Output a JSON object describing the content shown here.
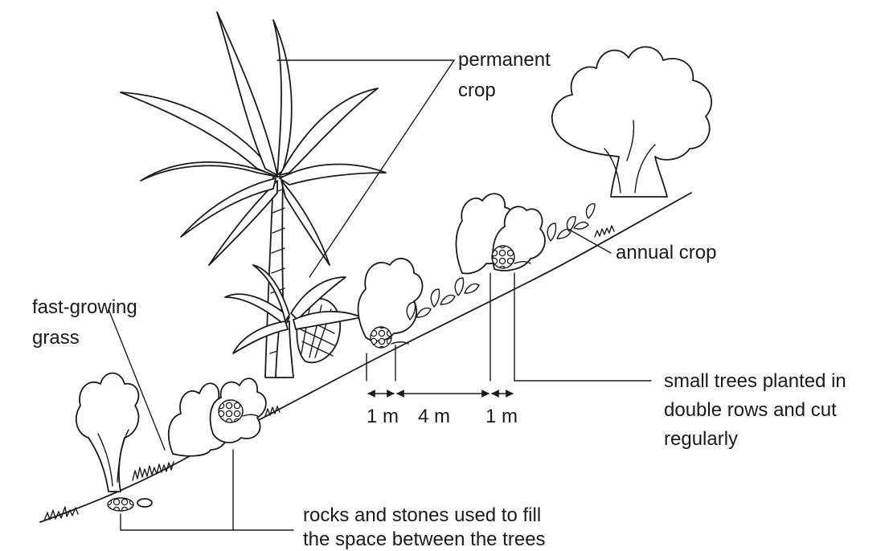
{
  "labels": {
    "permanent_crop_1": "permanent",
    "permanent_crop_2": "crop",
    "annual_crop": "annual crop",
    "fast_growing_1": "fast-growing",
    "fast_growing_2": "grass",
    "small_trees_1": "small trees planted in",
    "small_trees_2": "double rows and cut",
    "small_trees_3": "regularly",
    "rocks_1": "rocks and stones used to fill",
    "rocks_2": "the space between the trees"
  },
  "spacing": {
    "left_gap": "1 m",
    "middle_gap": "4 m",
    "right_gap": "1 m"
  }
}
